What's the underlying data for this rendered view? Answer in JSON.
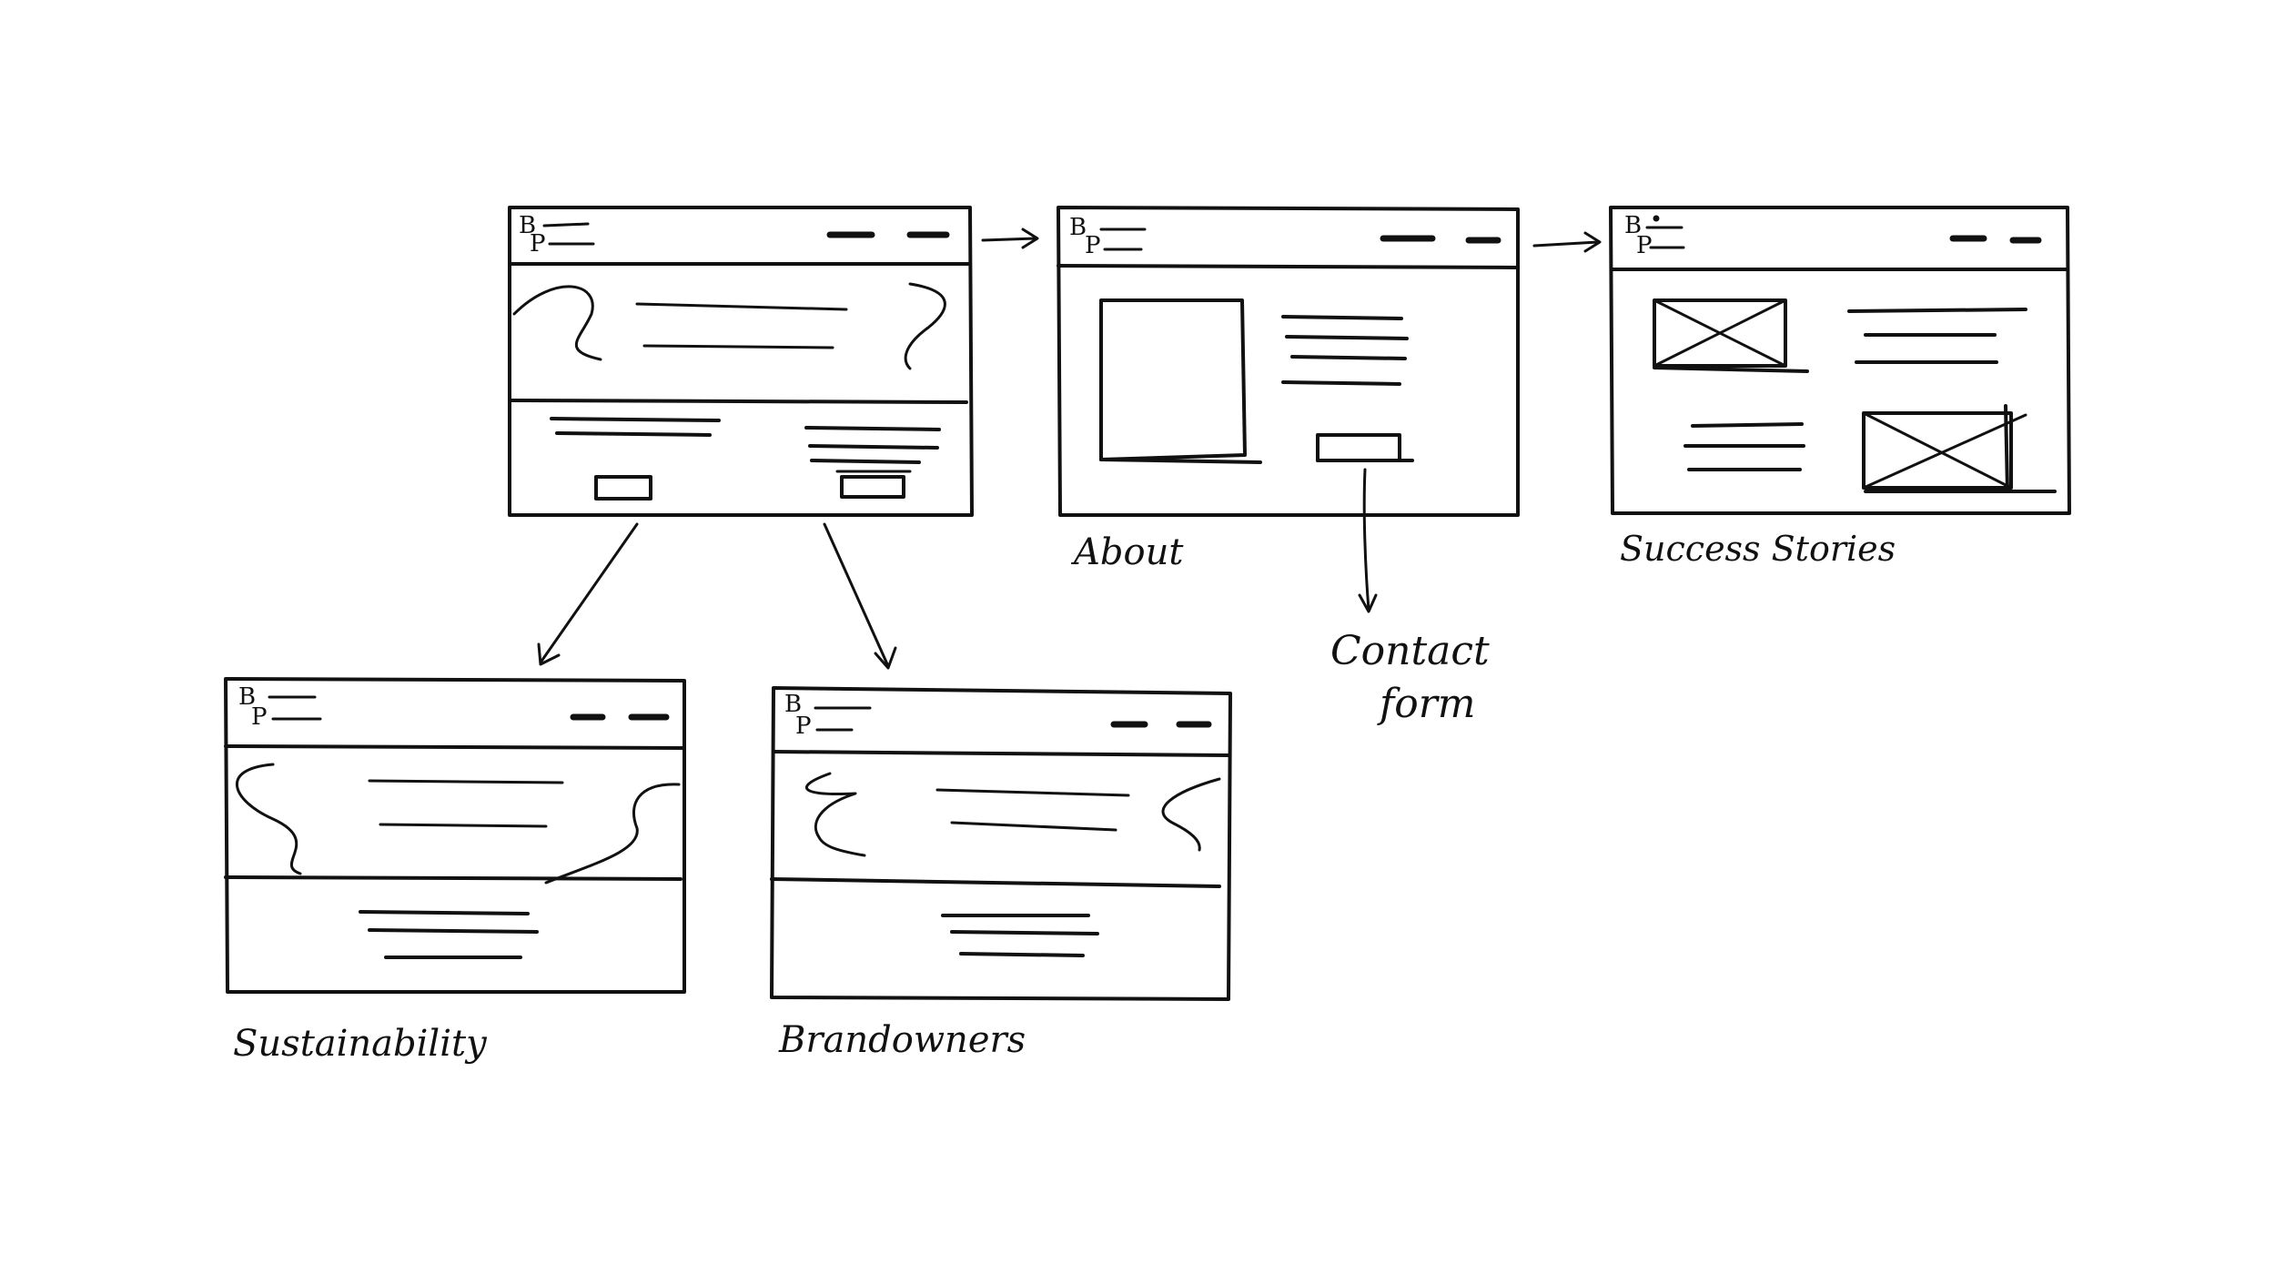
{
  "diagram": {
    "ink_color": "#111111",
    "pages": [
      {
        "id": "home",
        "label": ""
      },
      {
        "id": "about",
        "label": "About"
      },
      {
        "id": "success",
        "label": "Success Stories"
      },
      {
        "id": "sustainability",
        "label": "Sustainability"
      },
      {
        "id": "brandowners",
        "label": "Brandowners"
      }
    ],
    "annotations": {
      "contact_line1": "Contact",
      "contact_line2": "form"
    },
    "logo": {
      "top": "B",
      "bottom": "P"
    }
  }
}
